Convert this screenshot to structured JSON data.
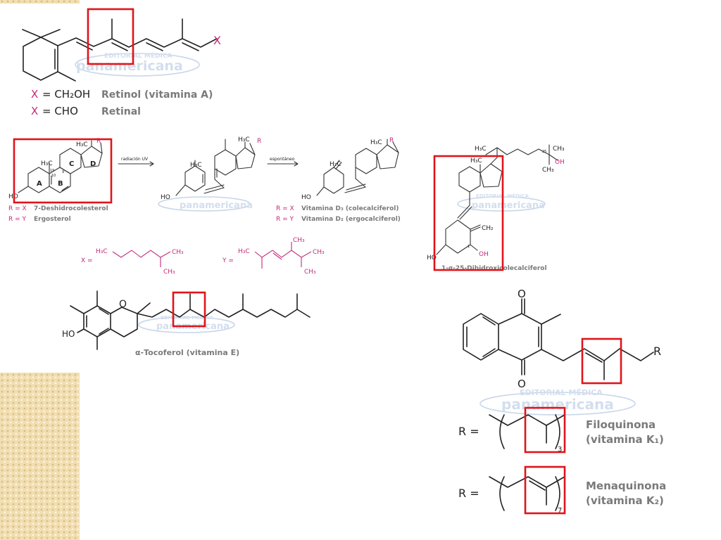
{
  "retinol": {
    "x_label": "X",
    "row1_x": "X",
    "row1_formula": "= CH₂OH",
    "row1_name": "Retinol (vitamina A)",
    "row2_x": "X",
    "row2_formula": "= CHO",
    "row2_name": "Retinal"
  },
  "vitamin_d": {
    "step1_label": "radiación UV",
    "step2_label": "espontáneo",
    "r_label": "R",
    "h3c": "H₃C",
    "h2c": "H₂C",
    "ho": "HO",
    "ring_a": "A",
    "ring_b": "B",
    "ring_c": "C",
    "ring_d": "D",
    "num_19": "19",
    "num_9": "9",
    "num_10": "10",
    "deh_rx": "R = X",
    "deh_rx_name": "7-Deshidrocolesterol",
    "deh_ry": "R = Y",
    "deh_ry_name": "Ergosterol",
    "d3_rx": "R = X",
    "d3_name": "Vitamina D₃ (colecalciferol)",
    "d2_ry": "R = Y",
    "d2_name": "Vitamina D₂ (ergocalciferol)",
    "x_def": "X =",
    "y_def": "Y =",
    "ch3": "CH₃"
  },
  "calcitriol": {
    "h3c": "H₃C",
    "ch3_top": "CH₃",
    "ch3_bottom": "CH₃",
    "oh": "OH",
    "num_25": "25",
    "h3c_ring": "H₃C",
    "ch2": "CH₂",
    "ho": "HO",
    "oh_ring": "OH",
    "num_1": "1",
    "name": "1-α-25-Dihidroxicolecalciferol"
  },
  "tocopherol": {
    "o_atom": "O",
    "ho": "HO",
    "name": "α-Tocoferol (vitamina E)"
  },
  "vitamin_k": {
    "o_top": "O",
    "o_bottom": "O",
    "r": "R",
    "r_eq_1": "R =",
    "sub_3": "3",
    "name1_line1": "Filoquinona",
    "name1_line2": "(vitamina K₁)",
    "r_eq_2": "R =",
    "sub_7": "7",
    "name2_line1": "Menaquinona",
    "name2_line2": "(vitamina K₂)"
  },
  "watermark": {
    "line1": "EDITORIAL MÉDICA",
    "line2": "panamericana"
  },
  "colors": {
    "highlight": "#e0141b",
    "magenta": "#c42a7b",
    "caption": "#7a7a7a",
    "pattern": "#f1deb2"
  }
}
